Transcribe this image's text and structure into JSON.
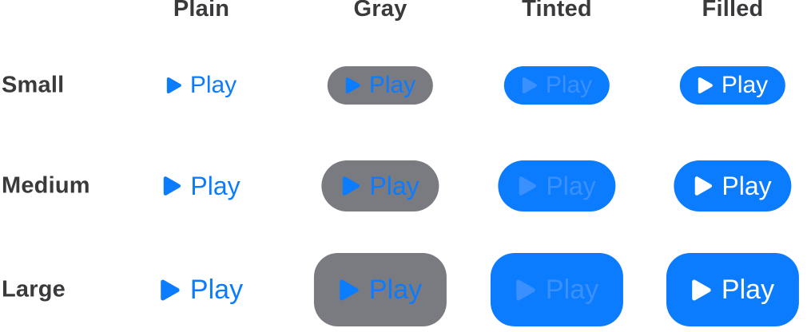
{
  "matrix": {
    "columns": [
      {
        "id": "plain",
        "label": "Plain"
      },
      {
        "id": "gray",
        "label": "Gray"
      },
      {
        "id": "tinted",
        "label": "Tinted"
      },
      {
        "id": "filled",
        "label": "Filled"
      }
    ],
    "sizes": [
      {
        "id": "small",
        "label": "Small"
      },
      {
        "id": "medium",
        "label": "Medium"
      },
      {
        "id": "large",
        "label": "Large"
      }
    ],
    "button_label": "Play",
    "icon": "play-icon"
  },
  "colors": {
    "background": "#FFFFFF",
    "accent_blue": "#0C7CFE",
    "gray_fill": "#7A7A81",
    "label_text": "#3A3A3C",
    "filled_text": "#FFFFFF",
    "tinted_ghost_text": "#3A90FE"
  }
}
